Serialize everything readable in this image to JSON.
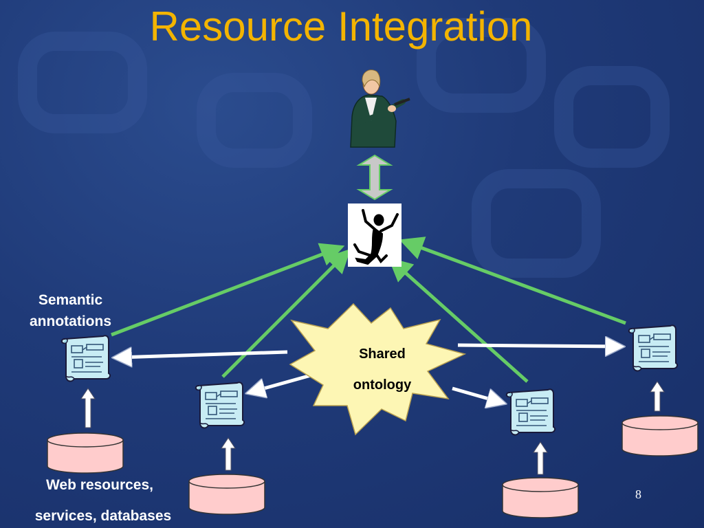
{
  "slide": {
    "title": "Resource Integration",
    "page_number": "8"
  },
  "labels": {
    "semantic_line1": "Semantic",
    "semantic_line2": "annotations",
    "shared_line1": "Shared",
    "shared_line2": "ontology",
    "web_line1": "Web resources,",
    "web_line2": "services,  databases"
  },
  "colors": {
    "title": "#f3b400",
    "background": "#1f3a78",
    "green_arrow": "#66cc66",
    "star_fill": "#fdf6b4",
    "database_fill": "#ffcccc",
    "document_fill": "#c8ecf4"
  },
  "icons": {
    "user": "businesswoman-with-phone-icon",
    "agent": "stick-figure-agent-icon",
    "document": "scroll-document-icon",
    "database": "cylinder-database-icon"
  }
}
